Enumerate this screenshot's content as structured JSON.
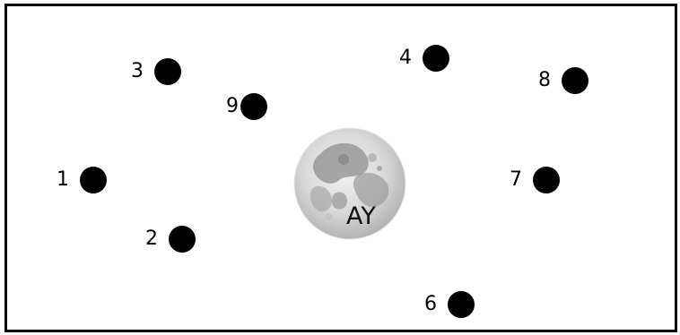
{
  "markers": [
    {
      "label": "1"
    },
    {
      "label": "2"
    },
    {
      "label": "3"
    },
    {
      "label": "4"
    },
    {
      "label": "6"
    },
    {
      "label": "7"
    },
    {
      "label": "8"
    },
    {
      "label": "9"
    }
  ],
  "moon": {
    "label": "AY"
  },
  "colors": {
    "marker": "#000000",
    "border": "#000000",
    "background": "#ffffff"
  }
}
